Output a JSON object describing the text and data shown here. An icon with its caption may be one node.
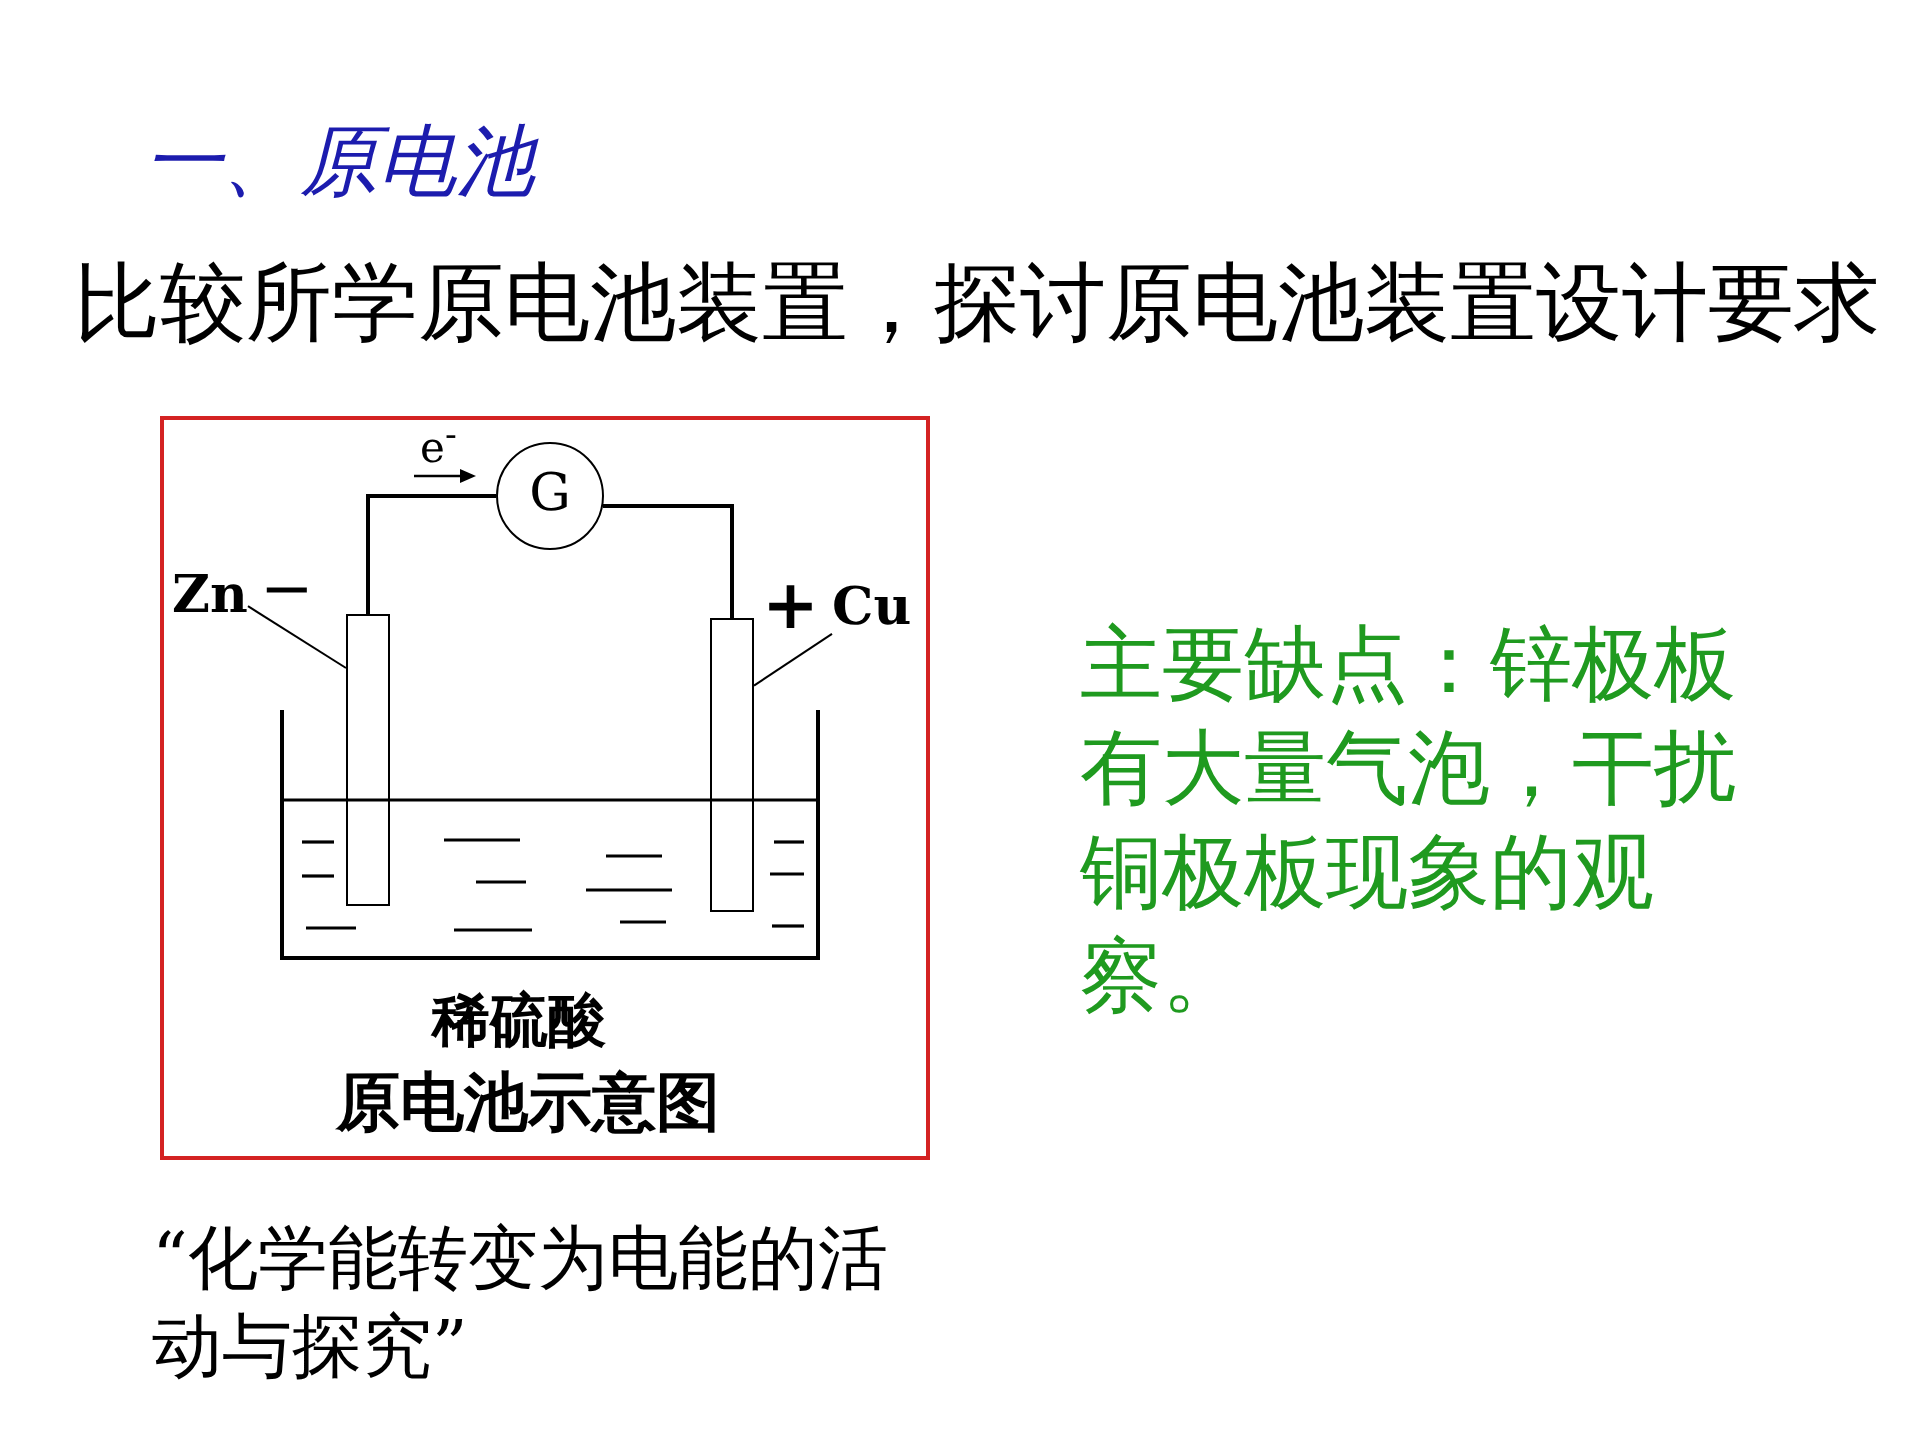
{
  "diagram": {
    "title": "一、原电池",
    "nodes": [
      {
        "text": [
          "原电池示意图"
        ]
      },
      {
        "text": [
          "G"
        ],
        "in": 0
      },
      {
        "text": [
          "Zn"
        ],
        "in": 0,
        "beside": [
          "−"
        ]
      },
      {
        "text": [
          "Cu"
        ],
        "in": 0,
        "beside": [
          "+"
        ]
      },
      {
        "text": [],
        "shape": "bar",
        "in": 0
      },
      {
        "text": [],
        "shape": "bar",
        "in": 0
      }
    ],
    "edges": [
      {
        "from": 4,
        "to": 1,
        "arrow": "none"
      },
      {
        "from": 1,
        "to": 5,
        "arrow": "none"
      },
      {
        "from": 2,
        "to": 4,
        "arrow": "none"
      },
      {
        "from": 3,
        "to": 5,
        "arrow": "none"
      }
    ],
    "labels": [
      "比较所学原电池装置，探讨原电池装置设计要求",
      "e$^{-}$",
      "稀硫酸",
      "主要缺点：锌极板有大量气泡，干扰铜极板现象的观察。",
      "“化学能转变为电能的活动与探究”"
    ]
  }
}
